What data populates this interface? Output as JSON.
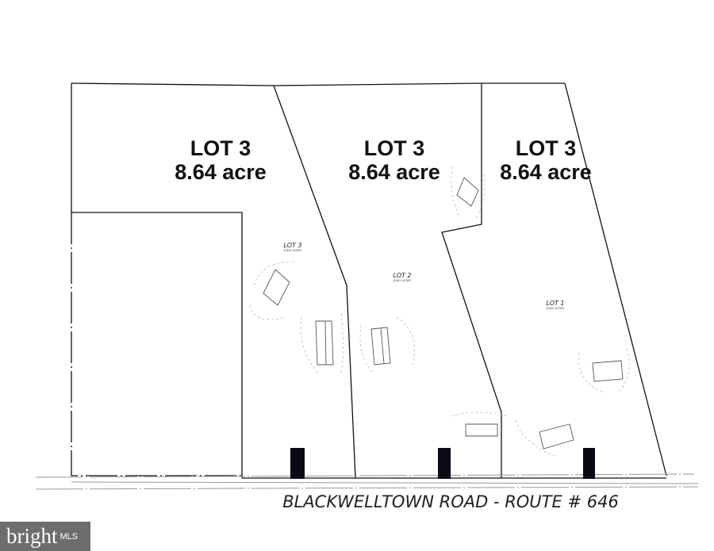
{
  "lots_large": [
    {
      "label": "LOT 3",
      "area": "8.64 acre"
    },
    {
      "label": "LOT 3",
      "area": "8.64 acre"
    },
    {
      "label": "LOT 3",
      "area": "8.64 acre"
    }
  ],
  "lots_small": [
    {
      "label": "LOT 3",
      "area": "8.645 ACRES"
    },
    {
      "label": "LOT 2",
      "area": "8.645 ACRES"
    },
    {
      "label": "LOT 1",
      "area": "8.645 ACRES"
    }
  ],
  "road_label": "BLACKWELLTOWN ROAD - ROUTE # 646",
  "watermark": {
    "brand": "bright",
    "suffix": "MLS"
  }
}
